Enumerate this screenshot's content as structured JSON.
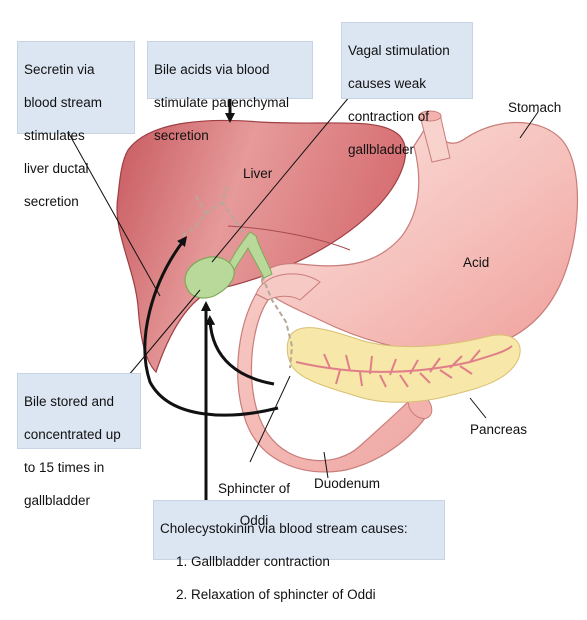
{
  "callouts": {
    "secretin": [
      "Secretin via",
      "blood stream",
      "stimulates",
      "liver ductal",
      "secretion"
    ],
    "bile_acids": [
      "Bile acids via blood",
      "stimulate parenchymal",
      "secretion"
    ],
    "vagal": [
      "Vagal stimulation",
      "causes weak",
      "contraction of",
      "gallbladder"
    ],
    "bile_stored": [
      "Bile stored and",
      "concentrated up",
      "to 15 times in",
      "gallbladder"
    ],
    "cholecystokinin": [
      "Cholecystokinin via blood stream causes:",
      "1. Gallbladder contraction",
      "2. Relaxation of sphincter of Oddi"
    ]
  },
  "labels": {
    "liver": "Liver",
    "stomach": "Stomach",
    "acid": "Acid",
    "pancreas": "Pancreas",
    "duodenum": "Duodenum",
    "sphincter": [
      "Sphincter of",
      "Oddi"
    ]
  },
  "colors": {
    "liver": "#d9777a",
    "liver_light": "#f0b6b4",
    "stomach": "#f6c4c0",
    "stomach_light": "#fbe3df",
    "gallbladder": "#b9d99a",
    "pancreas": "#f7e7a8",
    "box": "#dce6f2"
  }
}
